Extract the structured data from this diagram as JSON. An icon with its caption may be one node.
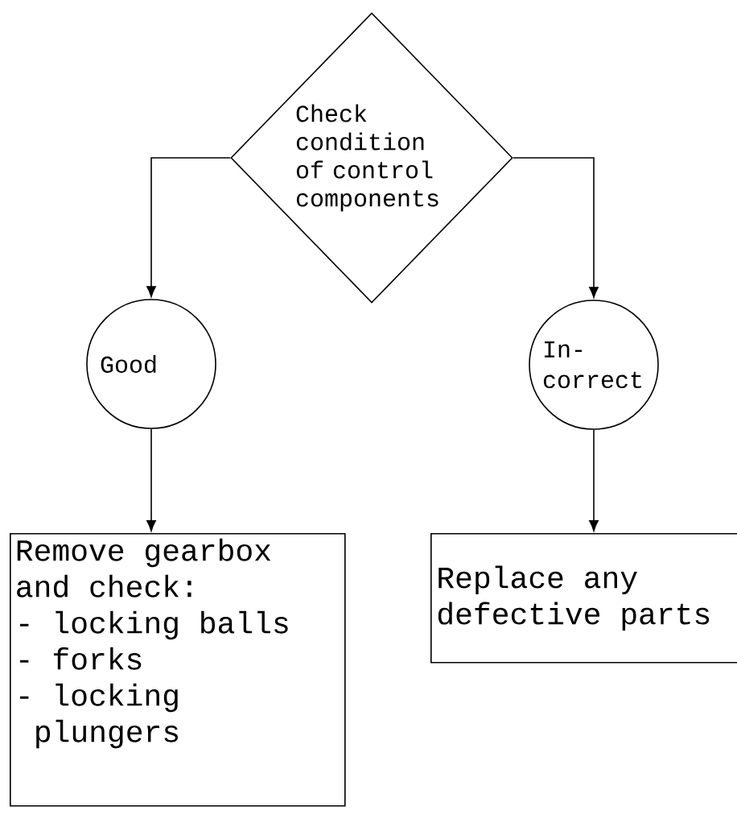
{
  "diagram": {
    "nodes": [
      {
        "text": [
          "Check condition of control components"
        ]
      },
      {
        "text": [
          "Good"
        ]
      },
      {
        "text": [
          "In- correct"
        ]
      },
      {
        "text": [
          "Remove gearbox and check:",
          "- locking balls",
          "- forks",
          "- locking plungers"
        ]
      },
      {
        "text": [
          "Replace any defective parts"
        ]
      }
    ],
    "edges": [
      {
        "from": 0,
        "to": 1,
        "arrow": "to"
      },
      {
        "from": 0,
        "to": 2,
        "arrow": "to"
      },
      {
        "from": 1,
        "to": 3,
        "arrow": "to"
      },
      {
        "from": 2,
        "to": 4,
        "arrow": "to"
      }
    ]
  }
}
